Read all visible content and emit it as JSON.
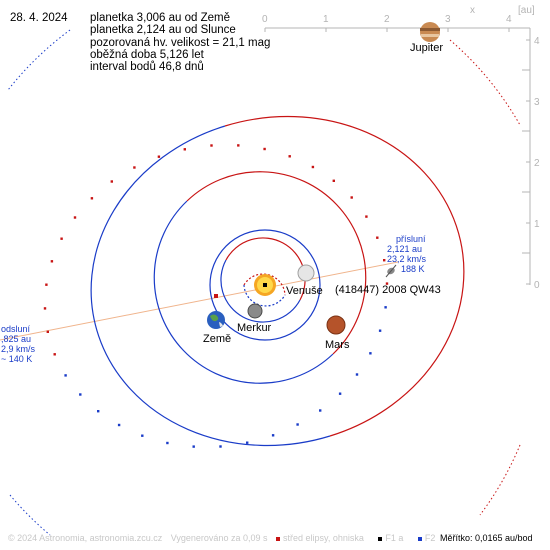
{
  "date": "28. 4. 2024",
  "info_lines": [
    "planetka 3,006 au od Země",
    "planetka 2,124 au od Slunce",
    "pozorovaná hv. velikost = 21,1 mag",
    "oběžná doba 5,126 let",
    "interval bodů 46,8 dnů"
  ],
  "axes": {
    "x_label": "x",
    "y_label": "[au]",
    "x_ticks": [
      "0",
      "1",
      "2",
      "3",
      "4"
    ],
    "y_ticks": [
      "4",
      "3",
      "2",
      "1",
      "0"
    ]
  },
  "bodies": {
    "jupiter": "Jupiter",
    "venus": "Venuše",
    "mercury": "Merkur",
    "earth": "Země",
    "mars": "Mars",
    "asteroid": "(418447) 2008 QW43"
  },
  "perihelion": [
    "přísluní",
    "2,121 au",
    "23,2 km/s",
    "188 K"
  ],
  "aphelion": [
    "odsluní",
    ",825 au",
    "2,9 km/s",
    "~ 140 K"
  ],
  "footer": {
    "copyright": "© 2024 Astronomia, astronomia.zcu.cz",
    "generated": "Vygenerováno za 0,09 s",
    "legend_center": "střed elipsy, ohniska",
    "legend_f1": "F1 a",
    "legend_f2": "F2",
    "scale": "Měřítko: 0,0165 au/bod"
  },
  "colors": {
    "orbit_blue": "#1a3cc8",
    "orbit_red": "#c81414",
    "perihelion_text": "#1a3cc8",
    "aphelion_line": "#f0b48c",
    "axis_gray": "#b4b4b4"
  }
}
